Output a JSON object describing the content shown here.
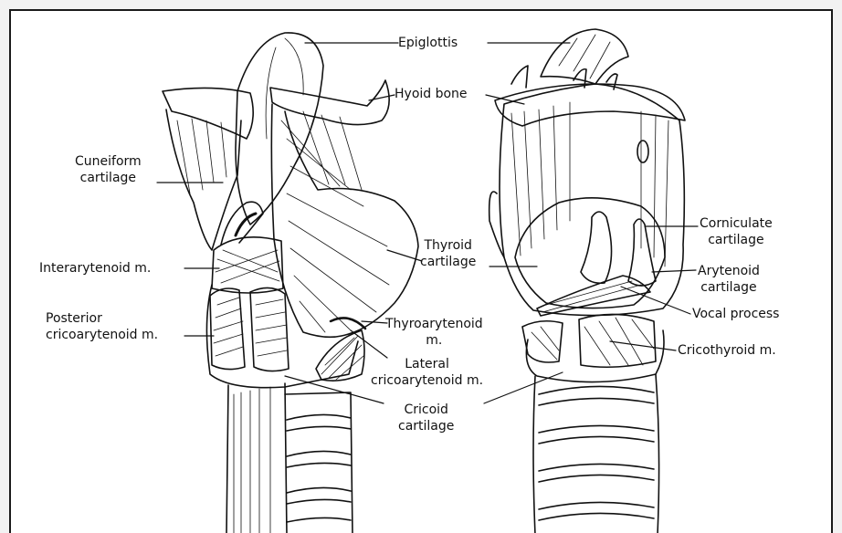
{
  "diagram": {
    "labels": {
      "epiglottis": "Epiglottis",
      "hyoid_bone": "Hyoid bone",
      "cuneiform_cartilage": "Cuneiform\ncartilage",
      "interarytenoid": "Interarytenoid m.",
      "posterior_cricoarytenoid": "Posterior\ncricoarytenoid m.",
      "thyroid_cartilage": "Thyroid\ncartilage",
      "thyroarytenoid": "Thyroarytenoid\nm.",
      "lateral_cricoarytenoid": "Lateral\ncricoarytenoid m.",
      "cricoid_cartilage": "Cricoid\ncartilage",
      "corniculate_cartilage": "Corniculate\ncartilage",
      "arytenoid_cartilage": "Arytenoid\ncartilage",
      "vocal_process": "Vocal process",
      "cricothyroid": "Cricothyroid m."
    }
  }
}
